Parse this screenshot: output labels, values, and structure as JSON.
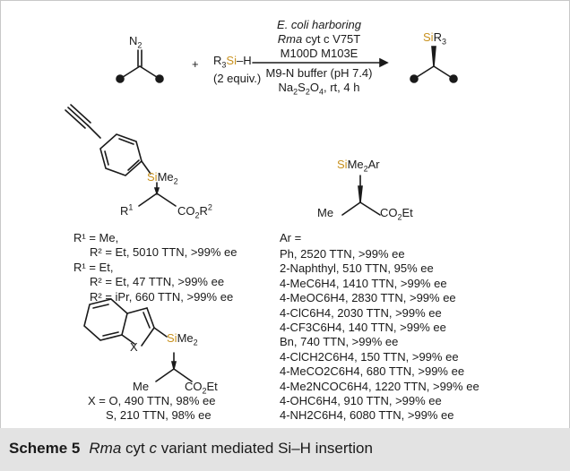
{
  "scheme": {
    "reagent": {
      "r3": "R",
      "r3sub": "3",
      "si": "Si",
      "h": "–H",
      "equiv": "(2 equiv.)",
      "plus": "+"
    },
    "diazo": {
      "n2": "N",
      "n2sub": "2"
    },
    "conditions": {
      "line1": "E. coli harboring",
      "line2_italic": "Rma",
      "line2_rest": " cyt c V75T",
      "line3": "M100D M103E",
      "line4": "M9-N buffer (pH 7.4)",
      "line5a": "Na",
      "line5b": "S",
      "line5c": "O",
      "line5d": ", rt, 4 h"
    },
    "product": {
      "si": "Si",
      "r3": "R",
      "r3sub": "3"
    }
  },
  "left_compound": {
    "sime2": {
      "si": "Si",
      "me": "Me",
      "sub": "2"
    },
    "co2r2": {
      "a": "CO",
      "b": "R",
      "sub1": "2",
      "sup": "2"
    },
    "r1": {
      "r": "R",
      "sup": "1"
    },
    "entries": [
      "R¹ = Me,",
      "R² = Et, 5010 TTN, >99% ee",
      "R¹ = Et,",
      "R² = Et, 47 TTN, >99% ee",
      "R² = iPr, 660 TTN, >99% ee"
    ]
  },
  "benzofused": {
    "x": "X",
    "sime2": {
      "si": "Si",
      "me": "Me",
      "sub": "2"
    },
    "me": "Me",
    "co2et": {
      "a": "CO",
      "sub": "2",
      "b": "Et"
    },
    "entries": [
      "X = O, 490 TTN, 98% ee",
      "S, 210 TTN, 98% ee"
    ]
  },
  "right_compound": {
    "sime2ar": {
      "si": "Si",
      "me": "Me",
      "sub": "2",
      "ar": "Ar"
    },
    "me": "Me",
    "co2et": {
      "a": "CO",
      "sub": "2",
      "b": "Et"
    },
    "ar_header": "Ar =",
    "entries": [
      "Ph, 2520 TTN, >99% ee",
      "2-Naphthyl, 510 TTN, 95% ee",
      "4-MeC6H4, 1410 TTN, >99% ee",
      "4-MeOC6H4, 2830 TTN, >99% ee",
      "4-ClC6H4, 2030 TTN, >99% ee",
      "4-CF3C6H4, 140 TTN, >99% ee",
      "Bn, 740 TTN, >99% ee",
      "4-ClCH2C6H4, 150 TTN, >99% ee",
      "4-MeCO2C6H4, 680 TTN, >99% ee",
      "4-Me2NCOC6H4, 1220 TTN, >99% ee",
      "4-OHC6H4, 910 TTN, >99% ee",
      "4-NH2C6H4, 6080 TTN, >99% ee"
    ]
  },
  "caption": {
    "label": "Scheme 5",
    "italic": "Rma",
    "mid": " cyt ",
    "italic2": "c",
    "rest": " variant mediated Si–H insertion"
  },
  "colors": {
    "si": "#c8911e",
    "caption_bg": "#e3e3e3",
    "border": "#c8c8c8",
    "bond": "#1a1a1a"
  }
}
